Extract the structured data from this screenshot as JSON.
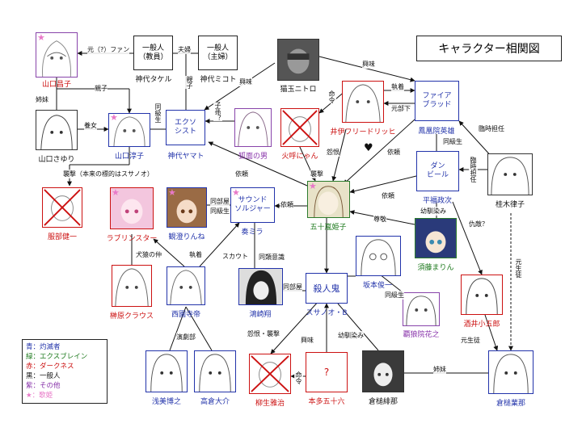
{
  "title": "キャラクター相関図",
  "colors": {
    "blue": "#2233aa",
    "green": "#1e7a1e",
    "red": "#cc1111",
    "black": "#111111",
    "purple": "#8833aa",
    "pink": "#e879c8"
  },
  "nodes": {
    "yamaguchi_masako": {
      "name": "山口昌子"
    },
    "kamishiro_takeru": {
      "line1": "一般人",
      "line2": "（教員）",
      "name": "神代タケル"
    },
    "kamishiro_mikoto": {
      "line1": "一般人",
      "line2": "（主婦）",
      "name": "神代ミコト"
    },
    "nekotama_nitoro": {
      "name": "猫玉ニトロ"
    },
    "fire_blood": {
      "line1": "ファイア",
      "line2": "ブラッド",
      "name": "鳳凰院英雄"
    },
    "yamaguchi_sayuri": {
      "name": "山口さゆり"
    },
    "yamaguchi_atsuko": {
      "name": "山口淳子"
    },
    "exorcist": {
      "line1": "エクソ",
      "line2": "シスト",
      "name": "神代ヤマト"
    },
    "kitsune_man": {
      "name": "狐面の男"
    },
    "himiko_nyan": {
      "name": "火呼にゃん"
    },
    "ii_friedrich": {
      "name": "井伊フリードリッヒ"
    },
    "dan_beer": {
      "line1": "ダン",
      "line2": "ビール",
      "name": "平福政次"
    },
    "katsuragi_ritsuko": {
      "name": "桂木律子"
    },
    "hattori_kenichi": {
      "name": "服部健一"
    },
    "love_punster": {
      "name": "ラブリンスター"
    },
    "mizumi_rinne": {
      "name": "観澄りんね"
    },
    "sound_soldier": {
      "line1": "サウンド",
      "line2": "ソルジャー",
      "name": "奏ミラ"
    },
    "igarashi_himeko": {
      "name": "五十嵐姫子"
    },
    "sudo_marin": {
      "name": "須藤まりん"
    },
    "sakakibara_klaus": {
      "name": "榊原クラウス"
    },
    "saionji_mikado": {
      "name": "西園寺帝"
    },
    "kozaki_sho": {
      "name": "鴻崎翔"
    },
    "satsujinki": {
      "line1": "殺人鬼",
      "name": "スサノオ・B"
    },
    "sakamoto_shunichi": {
      "name": "坂本俊一"
    },
    "harouin_koreyuki": {
      "name": "覇狼院花之"
    },
    "sakai_kogoro": {
      "name": "酒井小五郎"
    },
    "asami_hiroyuki": {
      "name": "浅美博之"
    },
    "takakura_daisuke": {
      "name": "高倉大介"
    },
    "yagyu_masaharu": {
      "name": "柳生雅治"
    },
    "honda_isoroku": {
      "line1": "?",
      "name": "本多五十六"
    },
    "kurasaki_hina": {
      "name": "倉槌緋那"
    },
    "kurasaki_hana": {
      "name": "倉槌業那"
    }
  },
  "edges": {
    "moto_fan": "元（?）ファン",
    "fuufu": "夫婦",
    "kyoumi1": "興味",
    "kyoumi2": "興味",
    "shichaku1": "執着",
    "meirei1": "命令",
    "genbuka": "元部下",
    "oyako1": "親子",
    "shimai1": "姉妹",
    "youjo": "養女",
    "doukyusei1": "同級生",
    "oyako2": "親子",
    "shison": "子孫？",
    "doukyusei2": "同級生",
    "rinji_tannin1": "臨時担任",
    "rinji_tannin2": "臨時担任",
    "onkon1": "怨恨",
    "irai1": "依頼",
    "irai2": "依頼",
    "irai3": "依頼",
    "irai4": "依頼",
    "shuugeki1": "襲撃（本来の標的はスサノオ）",
    "shuugeki2": "襲撃",
    "doubeya1": "同部屋",
    "doukyusei3": "同級生",
    "sonkei": "尊敬",
    "osananajimi1": "幼馴染み",
    "fukushuu": "仇敵？",
    "inen": "犬猿の仲",
    "shichaku2": "執着",
    "scout": "スカウト",
    "douishiki": "同類意識",
    "doubeya2": "同部屋",
    "doukyusei4": "同級生",
    "moto_seito": "元生徒",
    "moto_seito2": "元生徒",
    "engekibu": "演劇部",
    "onkon_shuugeki": "怨恨・襲撃",
    "kyoumi3": "興味",
    "osananajimi2": "幼馴染み",
    "meirei2": "命令",
    "shimai2": "姉妹"
  },
  "legend": [
    {
      "text": "青：灼滅者",
      "color": "#2233aa"
    },
    {
      "text": "緑：エクスブレイン",
      "color": "#1e7a1e"
    },
    {
      "text": "赤：ダークネス",
      "color": "#cc1111"
    },
    {
      "text": "黒：一般人",
      "color": "#111111"
    },
    {
      "text": "紫：その他",
      "color": "#8833aa"
    },
    {
      "text": "★：歌姫",
      "color": "#e879c8"
    }
  ]
}
